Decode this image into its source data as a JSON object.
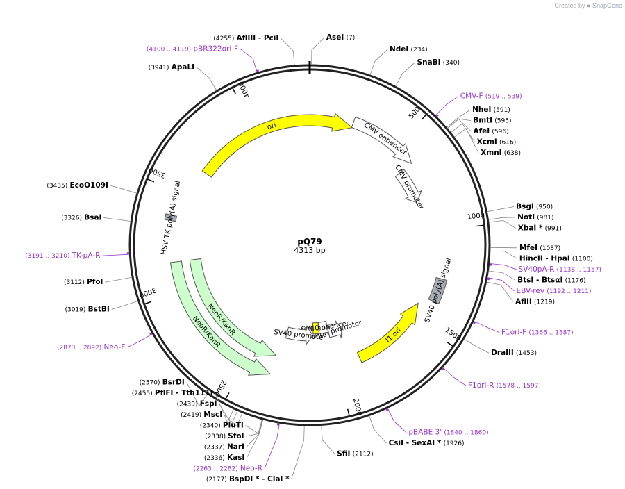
{
  "watermark": {
    "created_by": "Created by",
    "brand": "SnapGene"
  },
  "plasmid": {
    "name": "pQ79",
    "length_bp": 4313,
    "length_label": "4313 bp"
  },
  "ticks": [
    {
      "bp": 500,
      "label": "500"
    },
    {
      "bp": 1000,
      "label": "1000"
    },
    {
      "bp": 1500,
      "label": "1500"
    },
    {
      "bp": 2000,
      "label": "2000"
    },
    {
      "bp": 2500,
      "label": "2500"
    },
    {
      "bp": 3000,
      "label": "3000"
    },
    {
      "bp": 3500,
      "label": "3500"
    },
    {
      "bp": 4000,
      "label": "4000"
    }
  ],
  "features": [
    {
      "name": "CMV enhancer",
      "start": 235,
      "end": 614,
      "strand": 1,
      "color": "#ffffff",
      "label_arc": true
    },
    {
      "name": "CMV promoter",
      "start": 615,
      "end": 818,
      "strand": 1,
      "color": "#ffffff",
      "label_arc": true
    },
    {
      "name": "SV40 poly(A) signal",
      "start": 1250,
      "end": 1371,
      "strand": 0,
      "color": "#a8adb5",
      "label_arc": true
    },
    {
      "name": "f1 ori",
      "start": 1415,
      "end": 1870,
      "strand": -1,
      "color": "#ffff00",
      "label_arc": true
    },
    {
      "name": "AmpR promoter",
      "start": 1905,
      "end": 2010,
      "strand": -1,
      "color": "#ffffff",
      "label_arc": true
    },
    {
      "name": "SV40 enhancer",
      "start": 2012,
      "end": 2082,
      "strand": 0,
      "color": "#ffffff",
      "label_arc": true
    },
    {
      "name": "SV40 ori",
      "start": 2083,
      "end": 2130,
      "strand": 0,
      "color": "#ffff00",
      "label_arc": true
    },
    {
      "name": "SV40 promoter",
      "start": 2132,
      "end": 2330,
      "strand": -1,
      "color": "#ffffff",
      "label_arc": true
    },
    {
      "name": "NeoR/KanR",
      "start": 2360,
      "end": 3150,
      "strand": -1,
      "color": "#ccffcc",
      "label_arc": true
    },
    {
      "name": "NeoR/KanR",
      "start": 2360,
      "end": 3150,
      "strand": -1,
      "color": "#ccffcc",
      "label_arc": true
    },
    {
      "name": "HSV TK poly(A) signal",
      "start": 3355,
      "end": 3382,
      "strand": 0,
      "color": "#a8adb5",
      "label_arc": true
    },
    {
      "name": "ori",
      "start": 3650,
      "end": 238,
      "strand": 1,
      "color": "#ffff00",
      "label_arc": true
    }
  ],
  "primers": [
    {
      "name": "pBR322ori-F",
      "range": "(4100 .. 4119)",
      "pos": 4110,
      "color": "#9933cc"
    },
    {
      "name": "CMV-F",
      "range": "(519 .. 539)",
      "pos": 529,
      "color": "#9933cc"
    },
    {
      "name": "SV40pA-R",
      "range": "(1138 .. 1157)",
      "pos": 1148,
      "color": "#9933cc"
    },
    {
      "name": "EBV-rev",
      "range": "(1192 .. 1211)",
      "pos": 1202,
      "color": "#9933cc"
    },
    {
      "name": "F1ori-F",
      "range": "(1366 .. 1387)",
      "pos": 1376,
      "color": "#9933cc"
    },
    {
      "name": "F1ori-R",
      "range": "(1578 .. 1597)",
      "pos": 1588,
      "color": "#9933cc"
    },
    {
      "name": "pBABE 3'",
      "range": "(1840 .. 1860)",
      "pos": 1850,
      "color": "#9933cc"
    },
    {
      "name": "Neo-R",
      "range": "(2263 .. 2282)",
      "pos": 2272,
      "color": "#9933cc"
    },
    {
      "name": "Neo-F",
      "range": "(2873 .. 2892)",
      "pos": 2882,
      "color": "#9933cc"
    },
    {
      "name": "TK-pA-R",
      "range": "(3191 .. 3210)",
      "pos": 3200,
      "color": "#9933cc"
    }
  ],
  "sites": [
    {
      "name": "AseI",
      "pos_label": "(7)",
      "pos": 7
    },
    {
      "name": "NdeI",
      "pos_label": "(234)",
      "pos": 234
    },
    {
      "name": "SnaBI",
      "pos_label": "(340)",
      "pos": 340
    },
    {
      "name": "NheI",
      "pos_label": "(591)",
      "pos": 591
    },
    {
      "name": "BmtI",
      "pos_label": "(595)",
      "pos": 595
    },
    {
      "name": "AfeI",
      "pos_label": "(596)",
      "pos": 596
    },
    {
      "name": "XcmI",
      "pos_label": "(616)",
      "pos": 616
    },
    {
      "name": "XmnI",
      "pos_label": "(638)",
      "pos": 638
    },
    {
      "name": "BsgI",
      "pos_label": "(950)",
      "pos": 950
    },
    {
      "name": "NotI",
      "pos_label": "(981)",
      "pos": 981
    },
    {
      "name": "XbaI *",
      "pos_label": "(991)",
      "pos": 991
    },
    {
      "name": "MfeI",
      "pos_label": "(1087)",
      "pos": 1087
    },
    {
      "name": "HincII  - HpaI",
      "pos_label": "(1100)",
      "pos": 1100
    },
    {
      "name": "BtsI  - BtsαI",
      "pos_label": "(1176)",
      "pos": 1176
    },
    {
      "name": "AflII",
      "pos_label": "(1219)",
      "pos": 1219
    },
    {
      "name": "DraIII",
      "pos_label": "(1453)",
      "pos": 1453
    },
    {
      "name": "CsiI  - SexAI *",
      "pos_label": "(1926)",
      "pos": 1926
    },
    {
      "name": "SfiI",
      "pos_label": "(2112)",
      "pos": 2112
    },
    {
      "name": "BspDI *  - ClaI *",
      "pos_label": "(2177)",
      "pos": 2177
    },
    {
      "name": "KasI",
      "pos_label": "(2336)",
      "pos": 2336
    },
    {
      "name": "NarI",
      "pos_label": "(2337)",
      "pos": 2337
    },
    {
      "name": "SfoI",
      "pos_label": "(2338)",
      "pos": 2338
    },
    {
      "name": "PluTI",
      "pos_label": "(2340)",
      "pos": 2340
    },
    {
      "name": "MscI",
      "pos_label": "(2419)",
      "pos": 2419
    },
    {
      "name": "FspI",
      "pos_label": "(2439)",
      "pos": 2439
    },
    {
      "name": "PflFI  - Tth111I",
      "pos_label": "(2455)",
      "pos": 2455
    },
    {
      "name": "BsrDI",
      "pos_label": "(2570)",
      "pos": 2570
    },
    {
      "name": "BstBI",
      "pos_label": "(3019)",
      "pos": 3019
    },
    {
      "name": "PfoI",
      "pos_label": "(3112)",
      "pos": 3112
    },
    {
      "name": "BsaI",
      "pos_label": "(3326)",
      "pos": 3326
    },
    {
      "name": "EcoO109I",
      "pos_label": "(3435)",
      "pos": 3435
    },
    {
      "name": "ApaLI",
      "pos_label": "(3941)",
      "pos": 3941
    },
    {
      "name": "AflIII  - PciI",
      "pos_label": "(4255)",
      "pos": 4255
    }
  ]
}
